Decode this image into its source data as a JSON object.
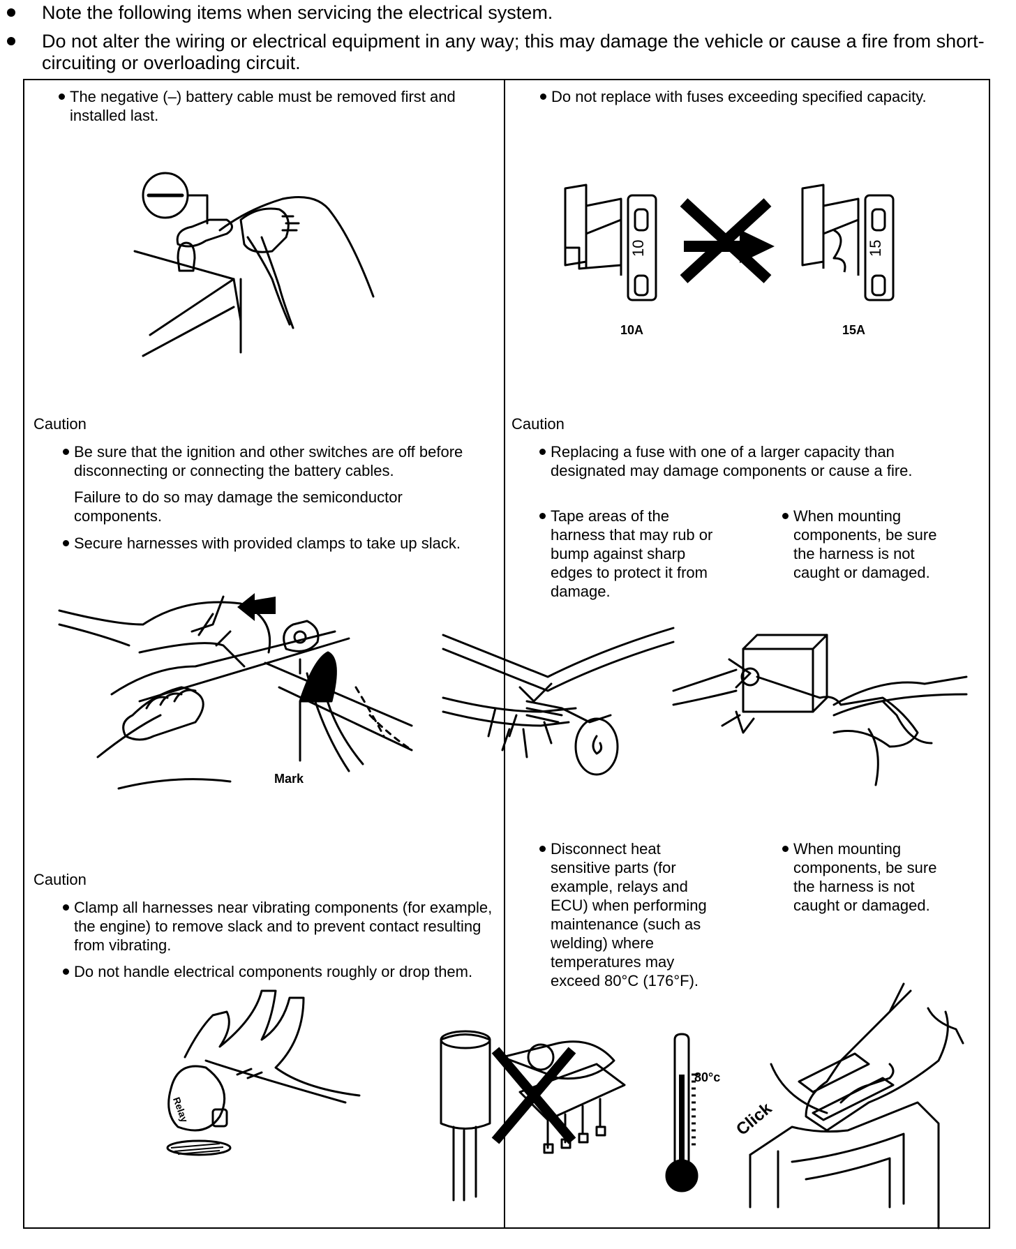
{
  "header": {
    "bullet1": "Note the following items when servicing the electrical system.",
    "bullet2": "Do not alter the wiring or electrical equipment in any way; this may damage the vehicle or cause a fire from short-circuiting or overloading circuit."
  },
  "left": {
    "battery_note": "The negative (–) battery cable must be removed first and installed last.",
    "caution1_title": "Caution",
    "caution1_b1": "Be sure that the ignition and other switches are off before disconnecting or connecting the battery cables.",
    "caution1_p": "Failure to do so may damage the semiconductor components.",
    "caution1_b2": "Secure harnesses with provided clamps to take up slack.",
    "mark_label": "Mark",
    "caution2_title": "Caution",
    "caution2_b1": "Clamp all harnesses near vibrating components (for example, the engine) to remove slack and to prevent contact resulting from vibrating.",
    "caution2_b2": "Do not handle electrical components roughly or drop them.",
    "relay_label": "Relay"
  },
  "right": {
    "fuse_note": "Do not replace with fuses exceeding specified capacity.",
    "fuse_left_label": "10A",
    "fuse_right_label": "15A",
    "fuse_left_number": "10",
    "fuse_right_number": "15",
    "caution_title": "Caution",
    "caution_b1": "Replacing a fuse with one of a larger capacity than designated may damage components or cause a fire.",
    "tape_note": "Tape areas of the harness that may rub or bump against sharp edges to protect it from damage.",
    "mount_note1": "When mounting components, be sure the harness is not caught or damaged.",
    "heat_note": "Disconnect heat sensitive parts (for example, relays and ECU) when performing maintenance (such as welding) where temperatures may exceed 80°C (176°F).",
    "mount_note2": "When mounting components, be sure the harness is not caught or damaged.",
    "thermo_label": "80°c",
    "click_label": "Click"
  }
}
